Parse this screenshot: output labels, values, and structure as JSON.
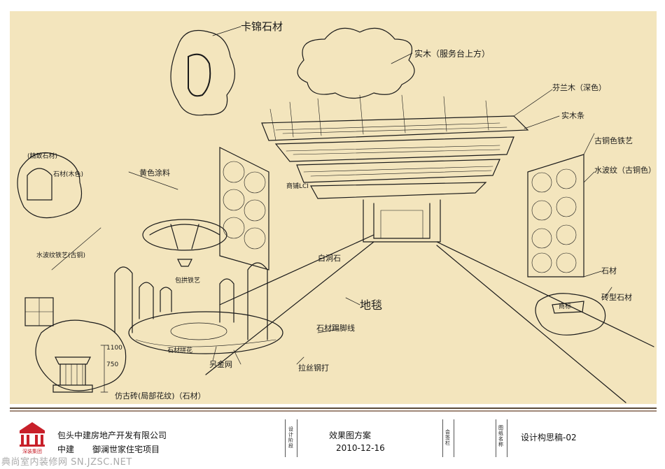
{
  "annotations": {
    "stone_top": "卡锦石材",
    "solid_wood": "实木（服务台上方）",
    "fenlan_wood": "芬兰木（深色）",
    "wood_strip": "实木条",
    "bronze_lattice": "古铜色铁艺",
    "water_ripple": "水波纹（古铜色）",
    "stone": "石材",
    "brick_shaped": "砖型石材",
    "small_stone": "(精致石材)",
    "stone_wood": "石材(木色)",
    "yellow_paint": "黄色涂料",
    "merchant": "商铺LCI",
    "ripple_bars": "水波纹铁艺(古铜)",
    "arch_label": "包拱铁艺",
    "white_wall": "白洞石",
    "floor": "地毯",
    "stone_skirting": "石材踢脚线",
    "stone_pattern": "石材拼花",
    "metal_mesh": "另金网",
    "sand_steel": "拉丝钢打",
    "bottom_label": "仿古砖(局部花纹)（石材）",
    "dim_1100": "1100",
    "dim_750": "750",
    "sign": "商标"
  },
  "title_block": {
    "company": "包头中建房地产开发有限公司",
    "project_prefix": "中建",
    "project": "御澜世家住宅项目",
    "design_stage_label": "设计阶段",
    "drawing_type": "效果图方案",
    "date": "2010-12-16",
    "signature_label": "会签栏",
    "drawing_name_label": "图纸名称",
    "drawing_name": "设计构思稿-02",
    "logo_text": "深装集团"
  },
  "watermark": "典尚室内装修网 SN.JZSC.NET",
  "colors": {
    "paper": "#f3e5bd",
    "ink": "#1a1a1a",
    "logo_red": "#c8202a"
  }
}
